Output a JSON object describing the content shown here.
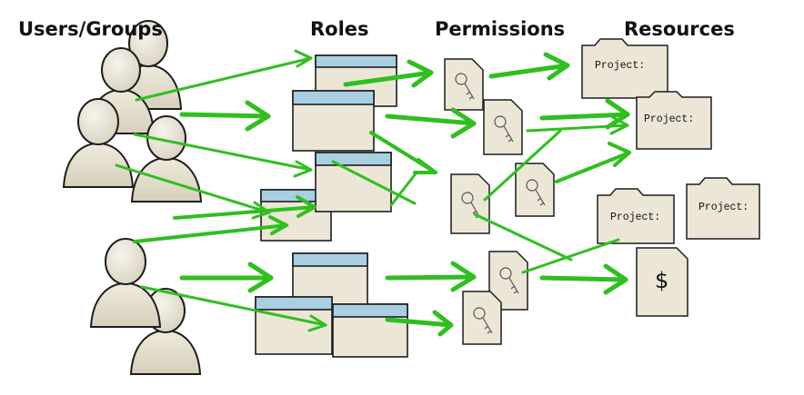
{
  "headings": {
    "users_groups": "Users/Groups",
    "roles": "Roles",
    "permissions": "Permissions",
    "resources": "Resources"
  },
  "resources": {
    "project_label": "Project:",
    "money_symbol": "$"
  },
  "colors": {
    "arrow": "#2fbf1f",
    "paper": "#ece6d6",
    "role_header": "#a9cfe3",
    "outline": "#1d1d1d"
  },
  "icons": [
    "person-icon",
    "role-window-icon",
    "key-document-icon",
    "project-folder-icon",
    "money-document-icon"
  ]
}
